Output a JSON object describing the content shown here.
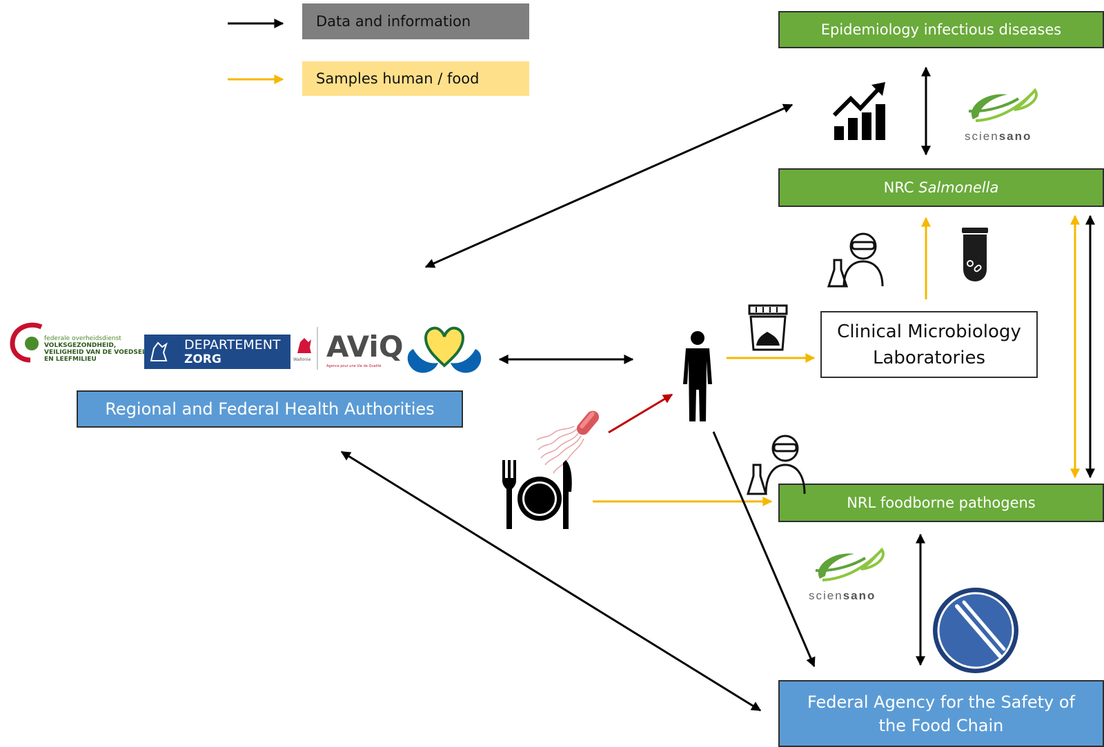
{
  "legend": {
    "data_label": "Data and information",
    "samples_label": "Samples human / food"
  },
  "boxes": {
    "epi": "Epidemiology infectious diseases",
    "nrc_prefix": "NRC ",
    "nrc_italic": "Salmonella",
    "clinical": "Clinical Microbiology Laboratories",
    "nrl": "NRL foodborne pathogens",
    "fasfc": "Federal Agency for the Safety of the Food Chain",
    "authorities": "Regional and Federal Health Authorities"
  },
  "logos": {
    "sciensano_light": "scien",
    "sciensano_bold": "sano",
    "fod_line1": "federale overheidsdienst",
    "fod_line2": "VOLKSGEZONDHEID,",
    "fod_line3": "VEILIGHEID VAN DE VOEDSELK",
    "fod_line4": "EN LEEFMILIEU",
    "departement_line1": "DEPARTEMENT",
    "departement_line2": "ZORG",
    "wallonie": "Wallonie",
    "aviq": "AViQ",
    "aviq_tag": "Agence pour une Vie de Qualité"
  },
  "colors": {
    "data_arrow": "#000000",
    "sample_arrow": "#f5b800",
    "infection_arrow": "#c00000",
    "green_box": "#6aab3b",
    "blue_box": "#5b9bd5",
    "legend_data_bg": "#7f7f7f",
    "legend_samples_bg": "#ffe08a"
  },
  "icons": [
    "chart-growth-icon",
    "sciensano-logo",
    "scientist-icon",
    "test-tube-icon",
    "person-icon",
    "stool-sample-icon",
    "bacteria-icon",
    "plate-cutlery-icon",
    "fasfc-logo"
  ]
}
